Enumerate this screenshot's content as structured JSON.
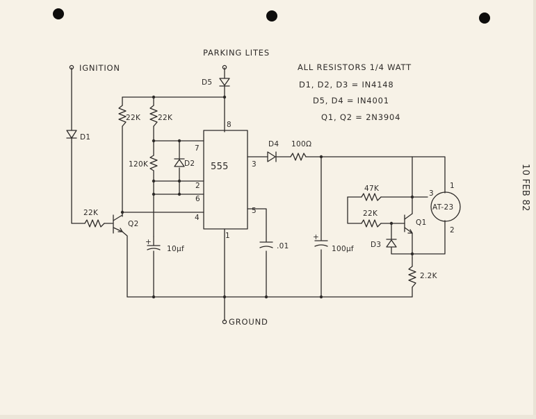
{
  "labels": {
    "ignition": "IGNITION",
    "parking_lites": "PARKING LITES",
    "ground": "GROUND",
    "note_resistors": "ALL RESISTORS 1/4 WATT",
    "note_diodes_small": "D1, D2, D3  =  IN4148",
    "note_diodes_power": "D5, D4  =  IN4001",
    "note_transistors": "Q1, Q2  =  2N3904",
    "date": "10 FEB 82"
  },
  "components": {
    "d1": "D1",
    "d2": "D2",
    "d3": "D3",
    "d4": "D4",
    "d5": "D5",
    "q1": "Q1",
    "q2": "Q2",
    "r_22k_top_left": "22K",
    "r_22k_top_right": "22K",
    "r_120k": "120K",
    "r_22k_base_q2": "22K",
    "r_47k": "47K",
    "r_22k_base_q1": "22K",
    "r_100_ohm": "100Ω",
    "r_2_2k": "2.2K",
    "c_10uf": "10µf",
    "c_01": ".01",
    "c_100uf": "100µf",
    "ic": "555",
    "meter": "AT-23"
  },
  "ic_pins": {
    "p8": "8",
    "p7": "7",
    "p2": "2",
    "p6": "6",
    "p4": "4",
    "p3": "3",
    "p5": "5",
    "p1": "1"
  },
  "meter_pins": {
    "p1": "1",
    "p2": "2",
    "p3": "3"
  },
  "polarity": {
    "c_10uf": "+",
    "c_100uf": "+"
  }
}
